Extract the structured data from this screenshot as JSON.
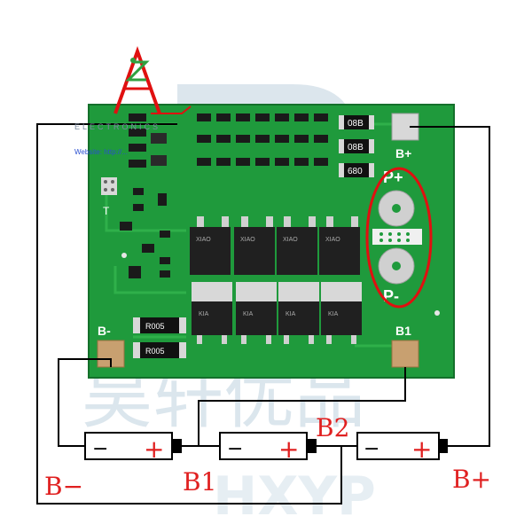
{
  "logo": {
    "brand": "ELECTRONICS",
    "website": "Website: http://..."
  },
  "watermark": {
    "text": "昊轩优品",
    "sub": "HXYP"
  },
  "board": {
    "pad_labels": {
      "bplus": "B+",
      "bminus": "B-",
      "b1": "B1",
      "pplus": "P+",
      "pminus": "P-",
      "t": "T"
    },
    "resistors_top": [
      "08B",
      "08B",
      "680"
    ],
    "resistors_left": [
      "R005",
      "R005"
    ],
    "mosfets_top": [
      "XIAO",
      "XIAO",
      "XIAO",
      "XIAO"
    ],
    "mosfets_bottom": [
      "KIA",
      "KIA",
      "KIA",
      "KIA"
    ]
  },
  "wiring": {
    "labels": {
      "bminus": "B−",
      "b1": "B1",
      "b2": "B2",
      "bplus": "B+"
    },
    "batteries": [
      {
        "neg": "−",
        "pos": "+"
      },
      {
        "neg": "−",
        "pos": "+"
      },
      {
        "neg": "−",
        "pos": "+"
      }
    ]
  },
  "colors": {
    "pcb": "#1f9a3c",
    "pcb_dark": "#14702b",
    "pad_gold": "#c8a070",
    "highlight": "#e01010",
    "wire": "#000000",
    "battery_plus": "#e02020"
  }
}
